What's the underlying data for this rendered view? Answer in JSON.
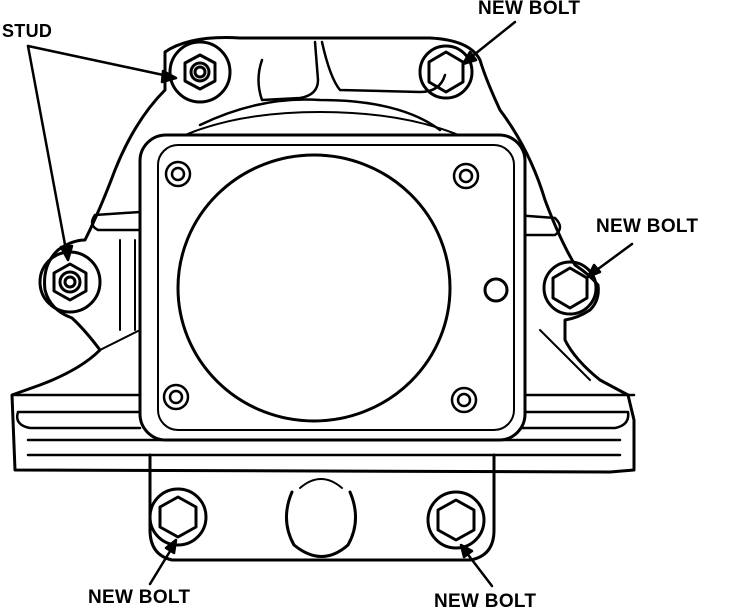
{
  "callouts": {
    "stud": "STUD",
    "new_bolt_top": "NEW BOLT",
    "new_bolt_right": "NEW BOLT",
    "new_bolt_bottom_left": "NEW BOLT",
    "new_bolt_bottom_right": "NEW BOLT"
  },
  "colors": {
    "ink": "#000000",
    "paper": "#ffffff"
  }
}
